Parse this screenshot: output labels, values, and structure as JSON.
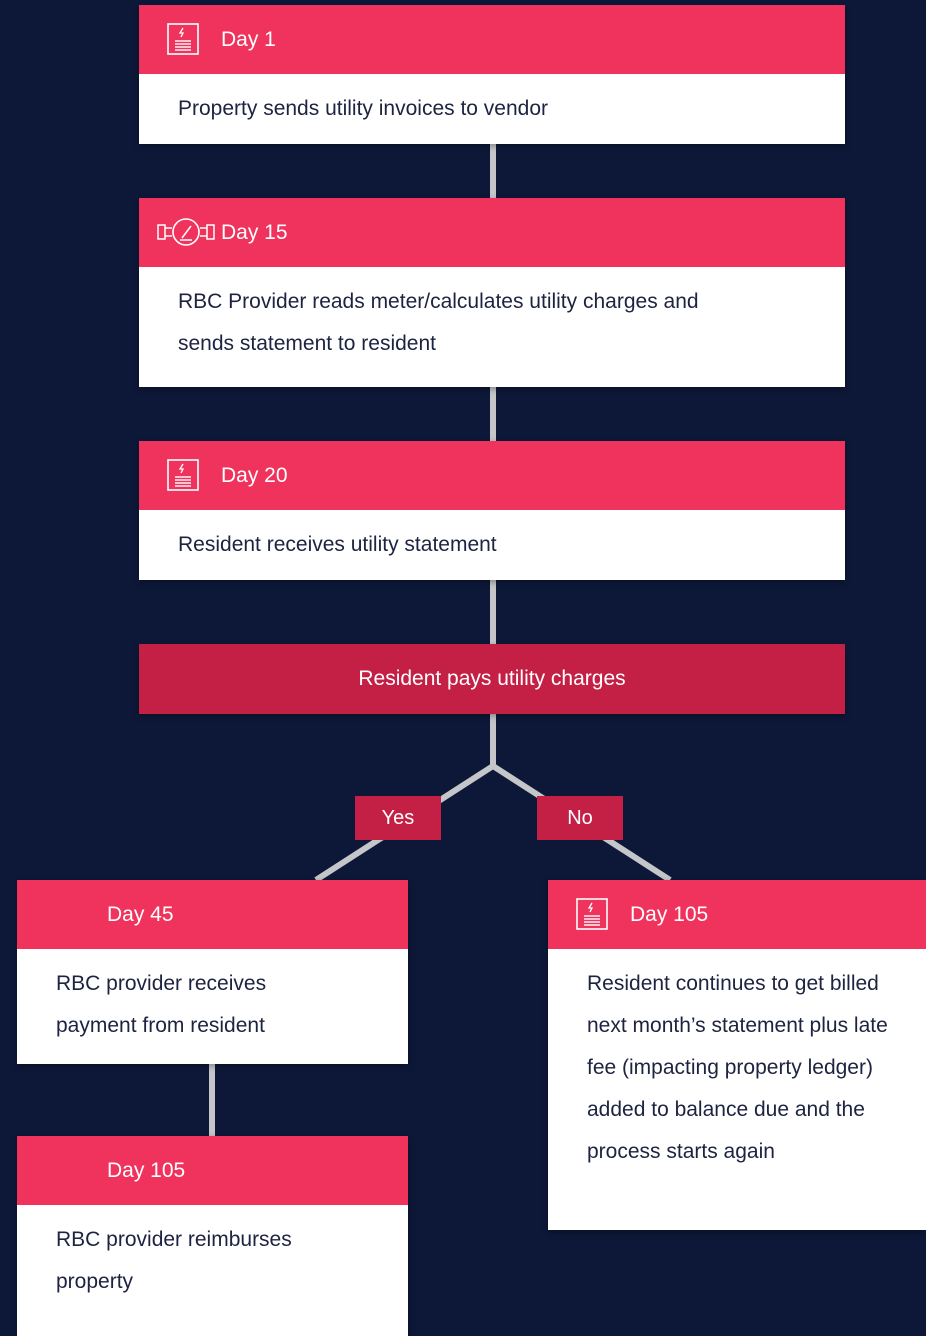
{
  "steps": [
    {
      "day": "Day 1",
      "text": "Property sends utility invoices to vendor",
      "icon": "invoice-icon"
    },
    {
      "day": "Day 15",
      "text": "RBC Provider reads meter/calculates utility charges and sends statement to resident",
      "icon": "meter-icon"
    },
    {
      "day": "Day 20",
      "text": "Resident receives utility statement",
      "icon": "invoice-icon"
    }
  ],
  "decision": {
    "label": "Resident pays utility charges"
  },
  "branches": {
    "yes": "Yes",
    "no": "No"
  },
  "yes_path": [
    {
      "day": "Day 45",
      "text": "RBC provider receives payment from resident"
    },
    {
      "day": "Day 105",
      "text": "RBC provider reimburses property"
    }
  ],
  "no_path": {
    "day": "Day 105",
    "text": "Resident continues to get billed next month’s statement plus late fee (impacting property ledger) added to balance due and the process starts again",
    "icon": "invoice-icon"
  },
  "colors": {
    "background": "#0d1838",
    "header": "#f0335c",
    "decision": "#c41f45",
    "connector": "#c5c6ca",
    "card": "#ffffff",
    "body_text": "#1d2340"
  }
}
